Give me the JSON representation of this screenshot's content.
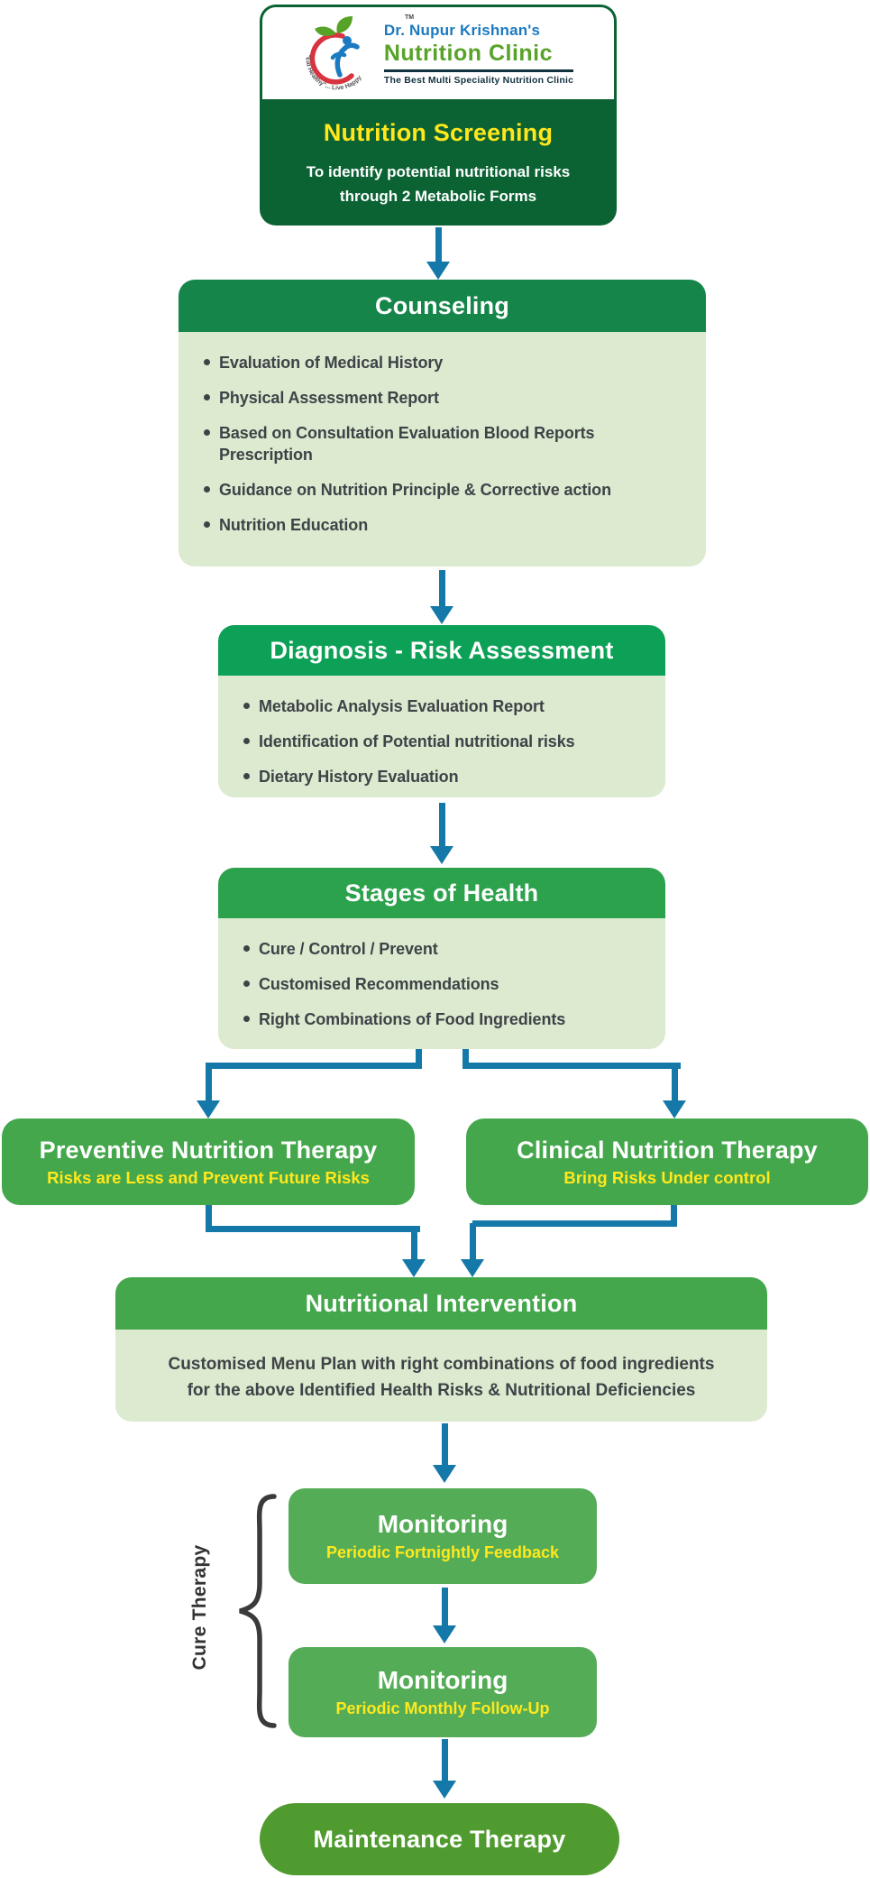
{
  "logo": {
    "name": "Dr. Nupur Krishnan's",
    "clinic": "Nutrition Clinic",
    "tagline": "The Best Multi Speciality Nutrition Clinic",
    "motto": "\"Eat Healthy\"... Live Happy",
    "tm": "TM"
  },
  "screening": {
    "title": "Nutrition Screening",
    "subtitle_line1": "To identify potential nutritional risks",
    "subtitle_line2": "through 2 Metabolic Forms"
  },
  "counseling": {
    "title": "Counseling",
    "items": [
      "Evaluation of Medical History",
      "Physical Assessment Report",
      "Based on Consultation Evaluation Blood Reports Prescription",
      "Guidance on Nutrition Principle & Corrective action",
      "Nutrition Education"
    ]
  },
  "diagnosis": {
    "title": "Diagnosis - Risk Assessment",
    "items": [
      "Metabolic Analysis Evaluation Report",
      "Identification of Potential nutritional risks",
      "Dietary History Evaluation"
    ]
  },
  "stages": {
    "title": "Stages of Health",
    "items": [
      "Cure / Control / Prevent",
      "Customised Recommendations",
      "Right Combinations of Food Ingredients"
    ]
  },
  "preventive": {
    "title": "Preventive Nutrition Therapy",
    "subtitle": "Risks are Less and Prevent Future Risks"
  },
  "clinical": {
    "title": "Clinical Nutrition Therapy",
    "subtitle": "Bring Risks Under control"
  },
  "intervention": {
    "title": "Nutritional Intervention",
    "body_line1": "Customised Menu Plan with right combinations of food ingredients",
    "body_line2": "for the above Identified Health Risks & Nutritional Deficiencies"
  },
  "cure_therapy": {
    "label": "Cure Therapy"
  },
  "monitoring_1": {
    "title": "Monitoring",
    "subtitle": "Periodic Fortnightly Feedback"
  },
  "monitoring_2": {
    "title": "Monitoring",
    "subtitle": "Periodic Monthly Follow-Up"
  },
  "maintenance": {
    "title": "Maintenance Therapy"
  },
  "colors": {
    "dark_green": "#0b6334",
    "counseling_header_green": "#15854a",
    "diagnosis_header_green": "#0ca156",
    "stages_header_green": "#2ca24d",
    "leaf_green": "#44a74c",
    "monitor_green": "#55ac57",
    "maintenance_green": "#4f9b2f",
    "light_green_body": "#dcead0",
    "arrow_blue": "#1478a8",
    "accent_yellow": "#ffe81c",
    "logo_blue": "#1c7ac0",
    "logo_green": "#57a328",
    "text_dark": "#3e4347"
  }
}
